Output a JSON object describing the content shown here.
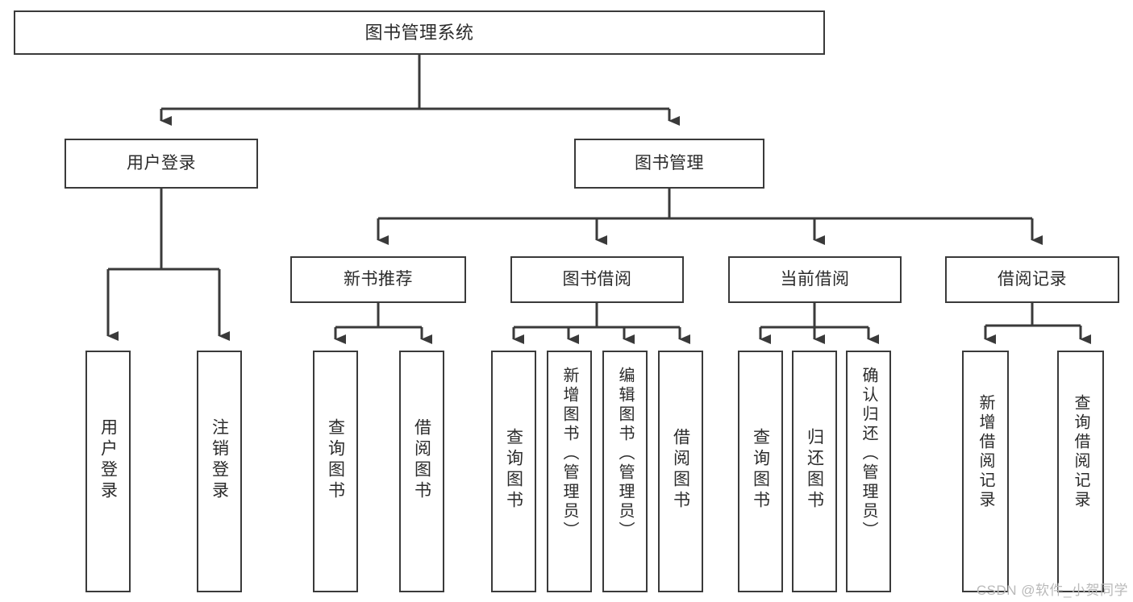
{
  "diagram": {
    "title": "图书管理系统",
    "type": "tree-hierarchy-chart",
    "watermark": "CSDN @软件_小贺同学",
    "colors": {
      "stroke": "#3a3a3a",
      "text": "#2b2b2b",
      "background": "#ffffff",
      "watermark": "#b9b9b9"
    },
    "levels": {
      "root": {
        "label": "图书管理系统"
      },
      "level2": [
        {
          "id": "user-login",
          "label": "用户登录"
        },
        {
          "id": "book-management",
          "label": "图书管理"
        }
      ],
      "level3": [
        {
          "id": "new-book-recommend",
          "label": "新书推荐"
        },
        {
          "id": "book-borrow",
          "label": "图书借阅"
        },
        {
          "id": "current-borrow",
          "label": "当前借阅"
        },
        {
          "id": "borrow-record",
          "label": "借阅记录"
        }
      ],
      "leaves": {
        "user-login": [
          {
            "id": "leaf-user-login",
            "label": "用户登录"
          },
          {
            "id": "leaf-logout-login",
            "label": "注销登录"
          }
        ],
        "new-book-recommend": [
          {
            "id": "leaf-query-book-1",
            "label": "查询图书"
          },
          {
            "id": "leaf-borrow-book-1",
            "label": "借阅图书"
          }
        ],
        "book-borrow": [
          {
            "id": "leaf-query-book-2",
            "label": "查询图书"
          },
          {
            "id": "leaf-add-book-admin",
            "label": "新增图书（管理员）"
          },
          {
            "id": "leaf-edit-book-admin",
            "label": "编辑图书（管理员）"
          },
          {
            "id": "leaf-borrow-book-2",
            "label": "借阅图书"
          }
        ],
        "current-borrow": [
          {
            "id": "leaf-query-book-3",
            "label": "查询图书"
          },
          {
            "id": "leaf-return-book",
            "label": "归还图书"
          },
          {
            "id": "leaf-confirm-return-admin",
            "label": "确认归还（管理员）"
          }
        ],
        "borrow-record": [
          {
            "id": "leaf-add-borrow-record",
            "label": "新增借阅记录"
          },
          {
            "id": "leaf-query-borrow-record",
            "label": "查询借阅记录"
          }
        ]
      }
    }
  }
}
